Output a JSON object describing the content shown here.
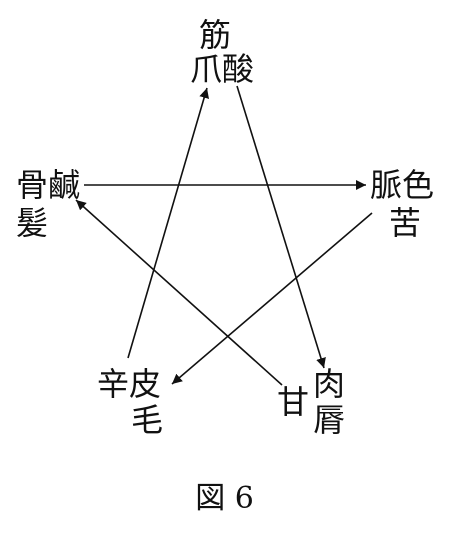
{
  "nodes": {
    "top": {
      "line1": "筋",
      "line2": "爪酸"
    },
    "left": {
      "line1": "骨鹹",
      "line2": "髪"
    },
    "right": {
      "line1": "脈色",
      "line2": "苦"
    },
    "bottom_left": {
      "line1": "辛皮",
      "line2": "毛"
    },
    "bottom_right_side": "甘",
    "bottom_right": {
      "line1": "肉",
      "line2": "脣"
    }
  },
  "arrows": [
    {
      "from": "left",
      "to": "right"
    },
    {
      "from": "right",
      "to": "bottom_left"
    },
    {
      "from": "bottom_left",
      "to": "top"
    },
    {
      "from": "top",
      "to": "bottom_right"
    },
    {
      "from": "bottom_right",
      "to": "left"
    }
  ],
  "caption": "図 6"
}
